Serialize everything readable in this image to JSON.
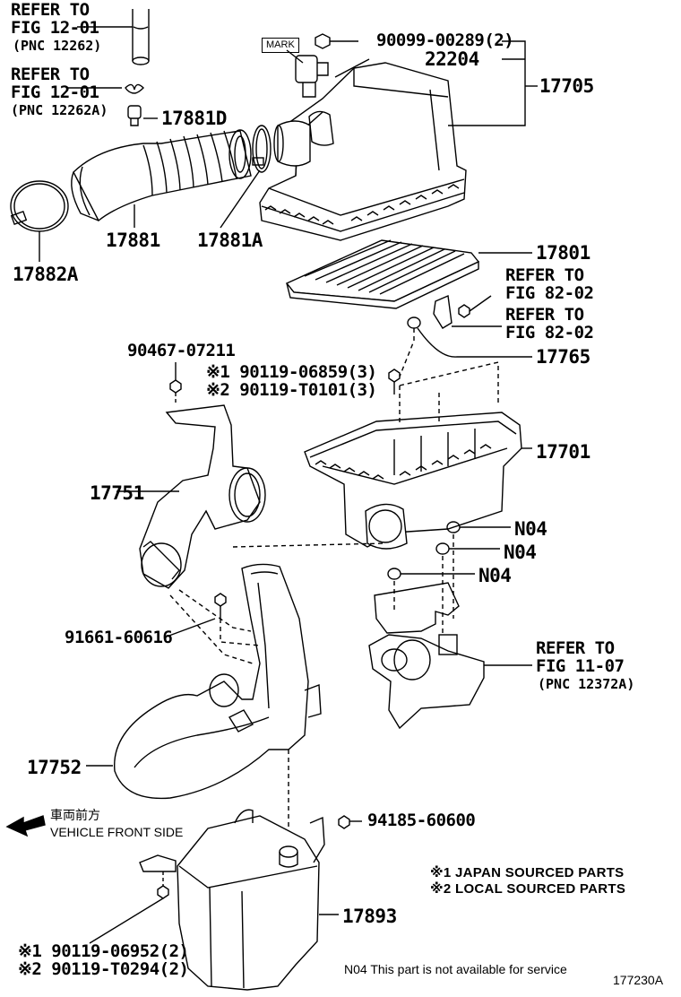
{
  "refs": {
    "fig1201_a": {
      "refer": "REFER TO",
      "fig": "FIG 12-01",
      "pnc": "(PNC 12262)"
    },
    "fig1201_b": {
      "refer": "REFER TO",
      "fig": "FIG 12-01",
      "pnc": "(PNC 12262A)"
    },
    "fig8202_a": {
      "refer": "REFER TO",
      "fig": "FIG 82-02"
    },
    "fig8202_b": {
      "refer": "REFER TO",
      "fig": "FIG 82-02"
    },
    "fig1107": {
      "refer": "REFER TO",
      "fig": "FIG 11-07",
      "pnc": "(PNC 12372A)"
    }
  },
  "mark": "MARK",
  "parts": {
    "p90099": "90099-00289(2)",
    "p22204": "22204",
    "p17705": "17705",
    "p17881D": "17881D",
    "p17881": "17881",
    "p17881A": "17881A",
    "p17882A": "17882A",
    "p17801": "17801",
    "p17765": "17765",
    "p90467": "90467-07211",
    "p90119_06859": "※1 90119-06859(3)",
    "p90119_T0101": "※2 90119-T0101(3)",
    "p17701": "17701",
    "p17751": "17751",
    "n04_1": "N04",
    "n04_2": "N04",
    "n04_3": "N04",
    "p91661": "91661-60616",
    "p17752": "17752",
    "p94185": "94185-60600",
    "p17893": "17893",
    "p90119_06952": "※1 90119-06952(2)",
    "p90119_T0294": "※2 90119-T0294(2)"
  },
  "front": {
    "jp": "車両前方",
    "en": "VEHICLE FRONT SIDE"
  },
  "notes": {
    "japan": "※1 JAPAN SOURCED PARTS",
    "local": "※2 LOCAL SOURCED PARTS",
    "n04": "N04  This part is not available for service"
  },
  "figure_id": "177230A"
}
